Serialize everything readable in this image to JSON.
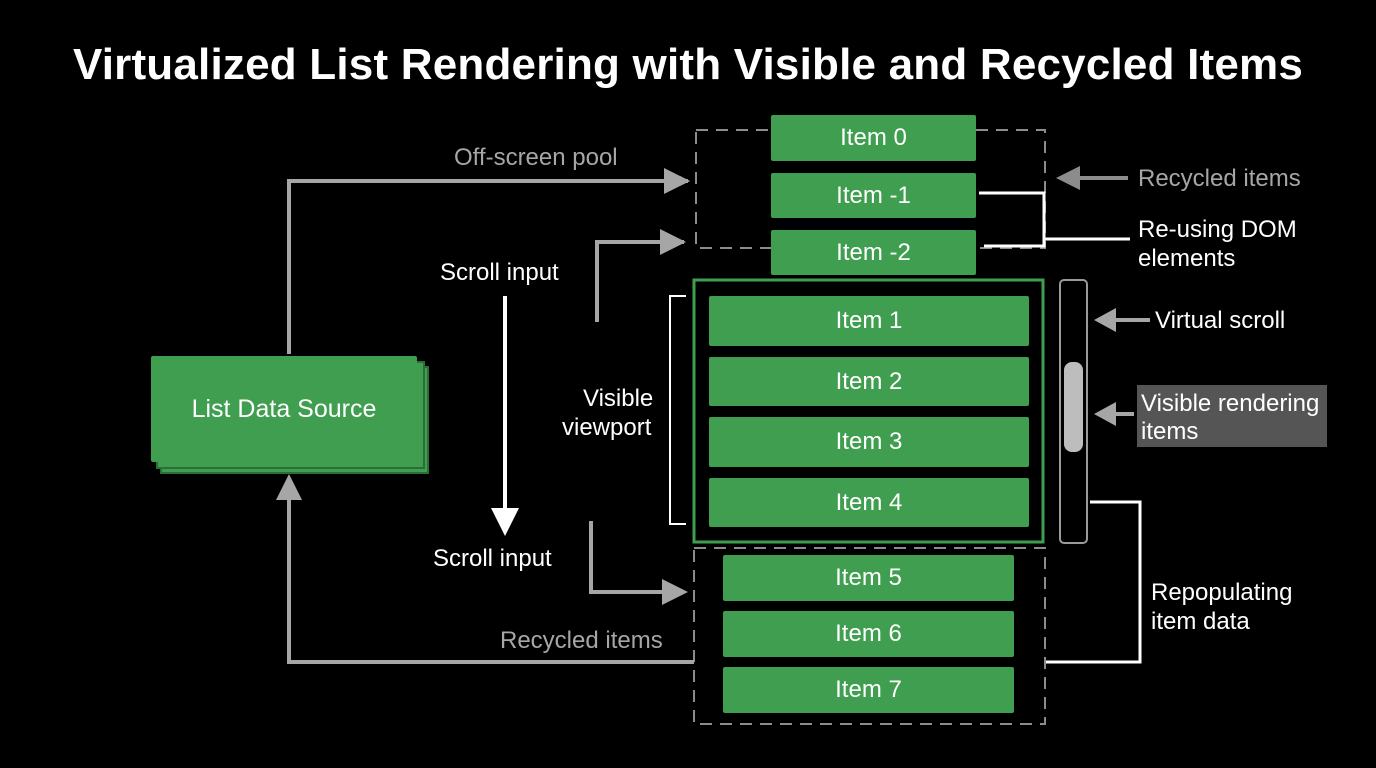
{
  "title": "Virtualized List Rendering with Visible and Recycled Items",
  "source": {
    "label": "List Data Source"
  },
  "labels": {
    "off_screen_pool": "Off-screen pool",
    "scroll_input_top": "Scroll input",
    "scroll_input_bottom": "Scroll input",
    "visible_viewport_line1": "Visible",
    "visible_viewport_line2": "viewport",
    "recycled_items_bottom": "Recycled items",
    "recycled_items_right": "Recycled items",
    "reusing_dom_line1": "Re-using DOM",
    "reusing_dom_line2": "elements",
    "virtual_scroll": "Virtual scroll",
    "visible_rendering_line1": "Visible rendering",
    "visible_rendering_line2": "items",
    "repopulating_line1": "Repopulating",
    "repopulating_line2": "item data"
  },
  "pool_top_items": [
    "Item 0",
    "Item -1",
    "Item -2"
  ],
  "viewport_items": [
    "Item 1",
    "Item 2",
    "Item 3",
    "Item 4"
  ],
  "pool_bottom_items": [
    "Item 5",
    "Item 6",
    "Item 7"
  ],
  "colors": {
    "background": "#000000",
    "item_green": "#3f9e4f",
    "viewport_border": "#3f9e4f",
    "gray_text": "#a6a6a6",
    "gray_arrow": "#a6a6a6",
    "white": "#ffffff"
  }
}
